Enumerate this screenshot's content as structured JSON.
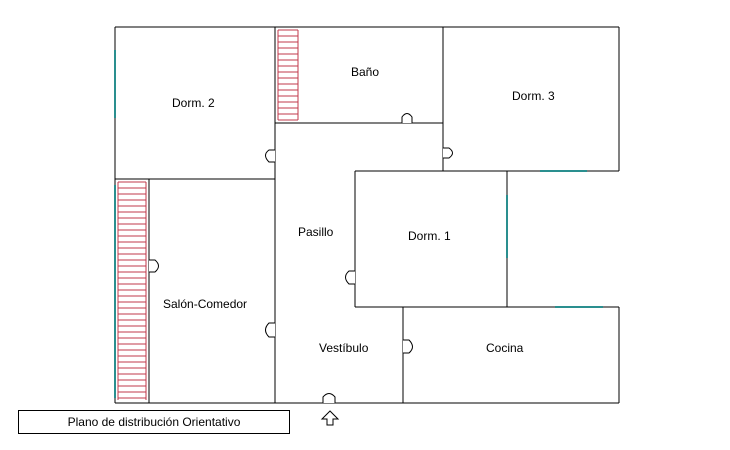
{
  "colors": {
    "wall": "#000000",
    "window": "#2a8f8f",
    "stair": "#c0394b",
    "background": "#ffffff"
  },
  "rooms": [
    {
      "id": "dorm2",
      "label": "Dorm. 2"
    },
    {
      "id": "bano",
      "label": "Baño"
    },
    {
      "id": "dorm3",
      "label": "Dorm. 3"
    },
    {
      "id": "pasillo",
      "label": "Pasillo"
    },
    {
      "id": "dorm1",
      "label": "Dorm. 1"
    },
    {
      "id": "salon",
      "label": "Salón-Comedor"
    },
    {
      "id": "vestibulo",
      "label": "Vestíbulo"
    },
    {
      "id": "cocina",
      "label": "Cocina"
    }
  ],
  "caption": "Plano de distribución Orientativo",
  "entrance_icon": "up-arrow-icon"
}
